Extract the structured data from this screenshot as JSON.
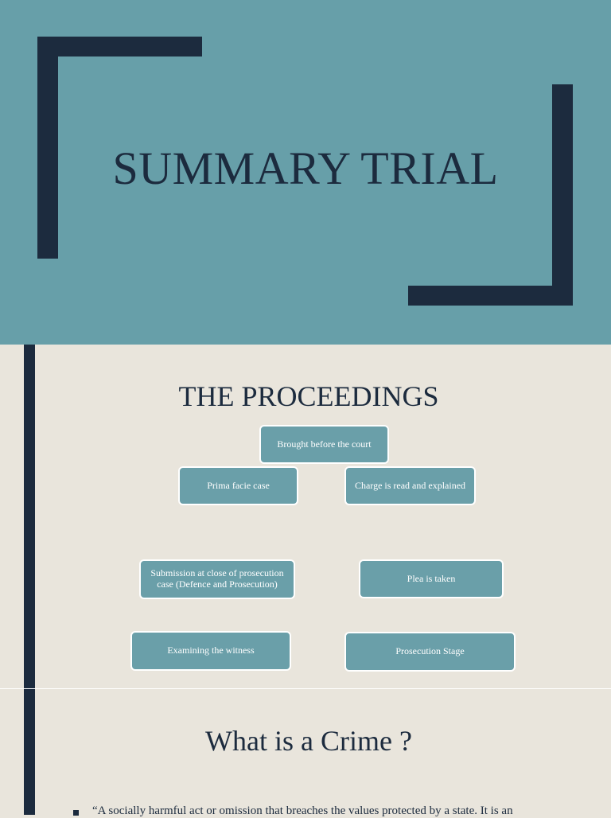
{
  "slide1": {
    "title": "SUMMARY TRIAL"
  },
  "slide2": {
    "heading": "THE PROCEEDINGS",
    "boxes": [
      "Brought before the court",
      "Prima facie case",
      "Charge is read and explained",
      "Submission at close of prosecution case (Defence and Prosecution)",
      "Plea is taken",
      "Examining the witness",
      "Prosecution Stage"
    ]
  },
  "slide3": {
    "heading": "What is a Crime ?",
    "bullet": "“A socially harmful act or omission that breaches the values protected by a state. It is an"
  },
  "colors": {
    "teal": "#679fa9",
    "navy": "#1c2b3e",
    "cream": "#e9e5dc"
  }
}
